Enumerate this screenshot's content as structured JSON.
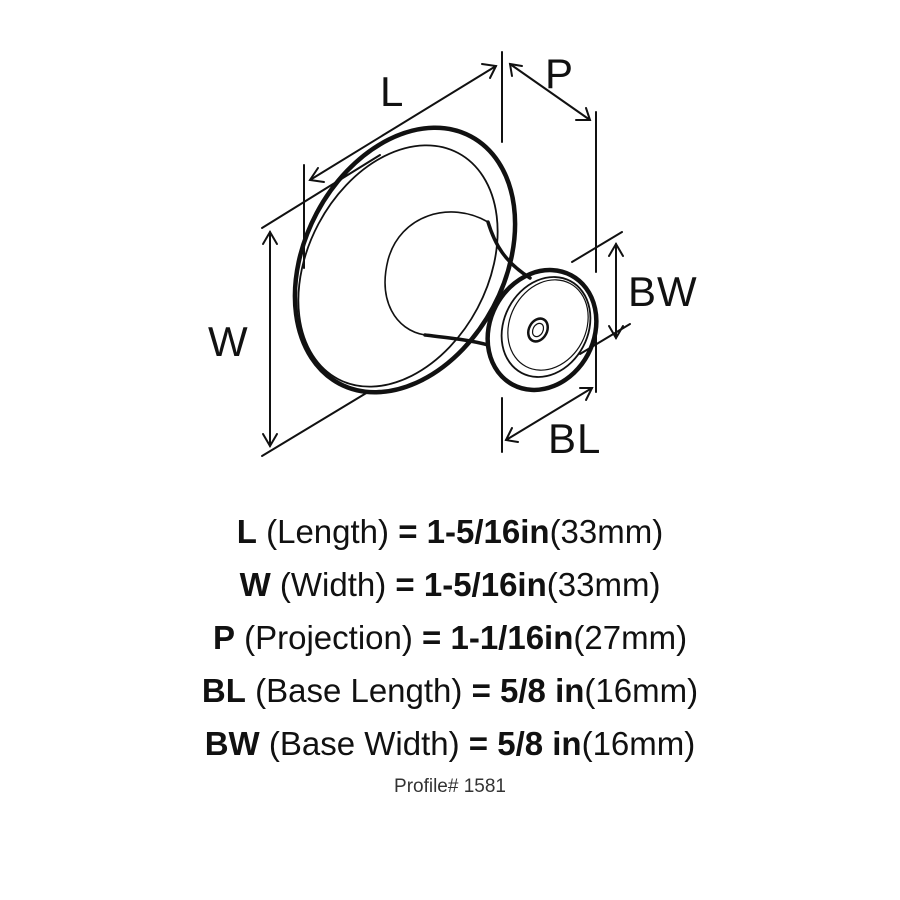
{
  "diagram": {
    "labels": {
      "L": "L",
      "P": "P",
      "W": "W",
      "BW": "BW",
      "BL": "BL"
    }
  },
  "specs": [
    {
      "abbr": "L",
      "name": "(Length)",
      "eq": "=",
      "value": "1-5/16in",
      "mm": "(33mm)"
    },
    {
      "abbr": "W",
      "name": "(Width)",
      "eq": "=",
      "value": "1-5/16in",
      "mm": "(33mm)"
    },
    {
      "abbr": "P",
      "name": "(Projection)",
      "eq": "=",
      "value": "1-1/16in",
      "mm": "(27mm)"
    },
    {
      "abbr": "BL",
      "name": "(Base Length)",
      "eq": "=",
      "value": "5/8 in",
      "mm": "(16mm)"
    },
    {
      "abbr": "BW",
      "name": "(Base Width)",
      "eq": "=",
      "value": "5/8 in",
      "mm": "(16mm)"
    }
  ],
  "profile": "Profile# 1581"
}
